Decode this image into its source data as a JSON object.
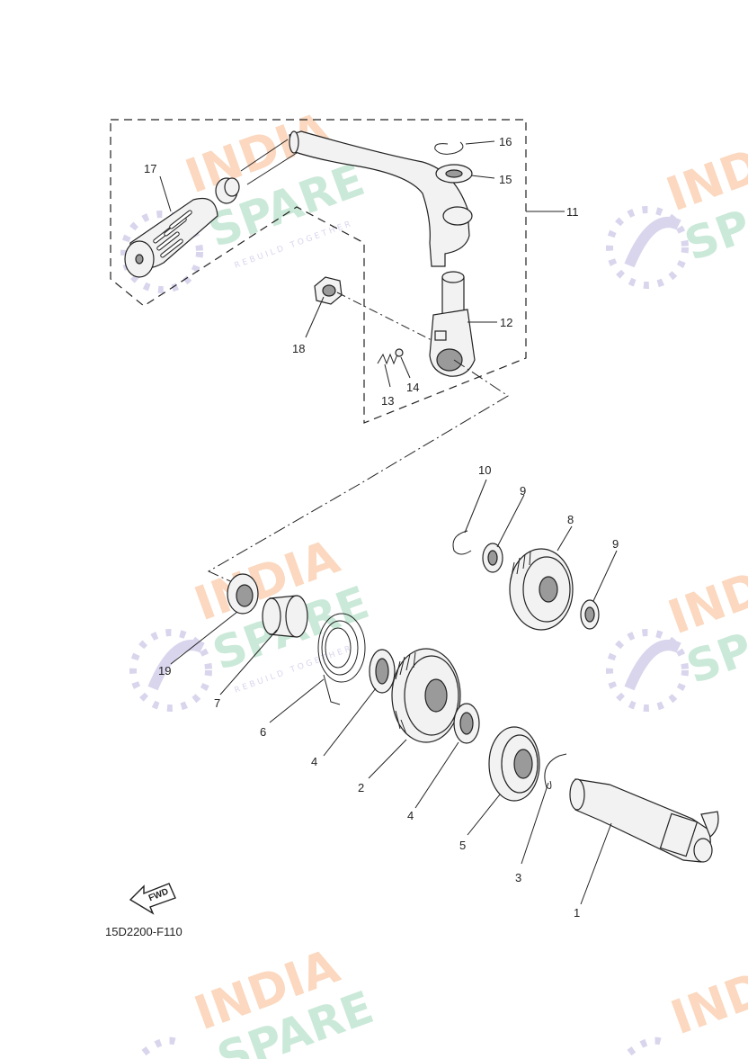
{
  "diagram": {
    "code": "15D2200-F110",
    "fwd_label": "FWD",
    "callouts": [
      {
        "id": "c1",
        "text": "1"
      },
      {
        "id": "c2",
        "text": "2"
      },
      {
        "id": "c3",
        "text": "3"
      },
      {
        "id": "c4a",
        "text": "4"
      },
      {
        "id": "c4b",
        "text": "4"
      },
      {
        "id": "c5",
        "text": "5"
      },
      {
        "id": "c6",
        "text": "6"
      },
      {
        "id": "c7",
        "text": "7"
      },
      {
        "id": "c8",
        "text": "8"
      },
      {
        "id": "c9a",
        "text": "9"
      },
      {
        "id": "c9b",
        "text": "9"
      },
      {
        "id": "c10",
        "text": "10"
      },
      {
        "id": "c11",
        "text": "11"
      },
      {
        "id": "c12",
        "text": "12"
      },
      {
        "id": "c13",
        "text": "13"
      },
      {
        "id": "c14",
        "text": "14"
      },
      {
        "id": "c15",
        "text": "15"
      },
      {
        "id": "c16",
        "text": "16"
      },
      {
        "id": "c17",
        "text": "17"
      },
      {
        "id": "c18",
        "text": "18"
      },
      {
        "id": "c19",
        "text": "19"
      }
    ]
  },
  "watermark": {
    "word1": "INDIA",
    "word2": "SPARE",
    "tagline": "REBUILD TOGETHER",
    "colors": {
      "orange": "#f7b98a",
      "green": "#9fd8b8",
      "purple": "#b9b2de"
    }
  }
}
